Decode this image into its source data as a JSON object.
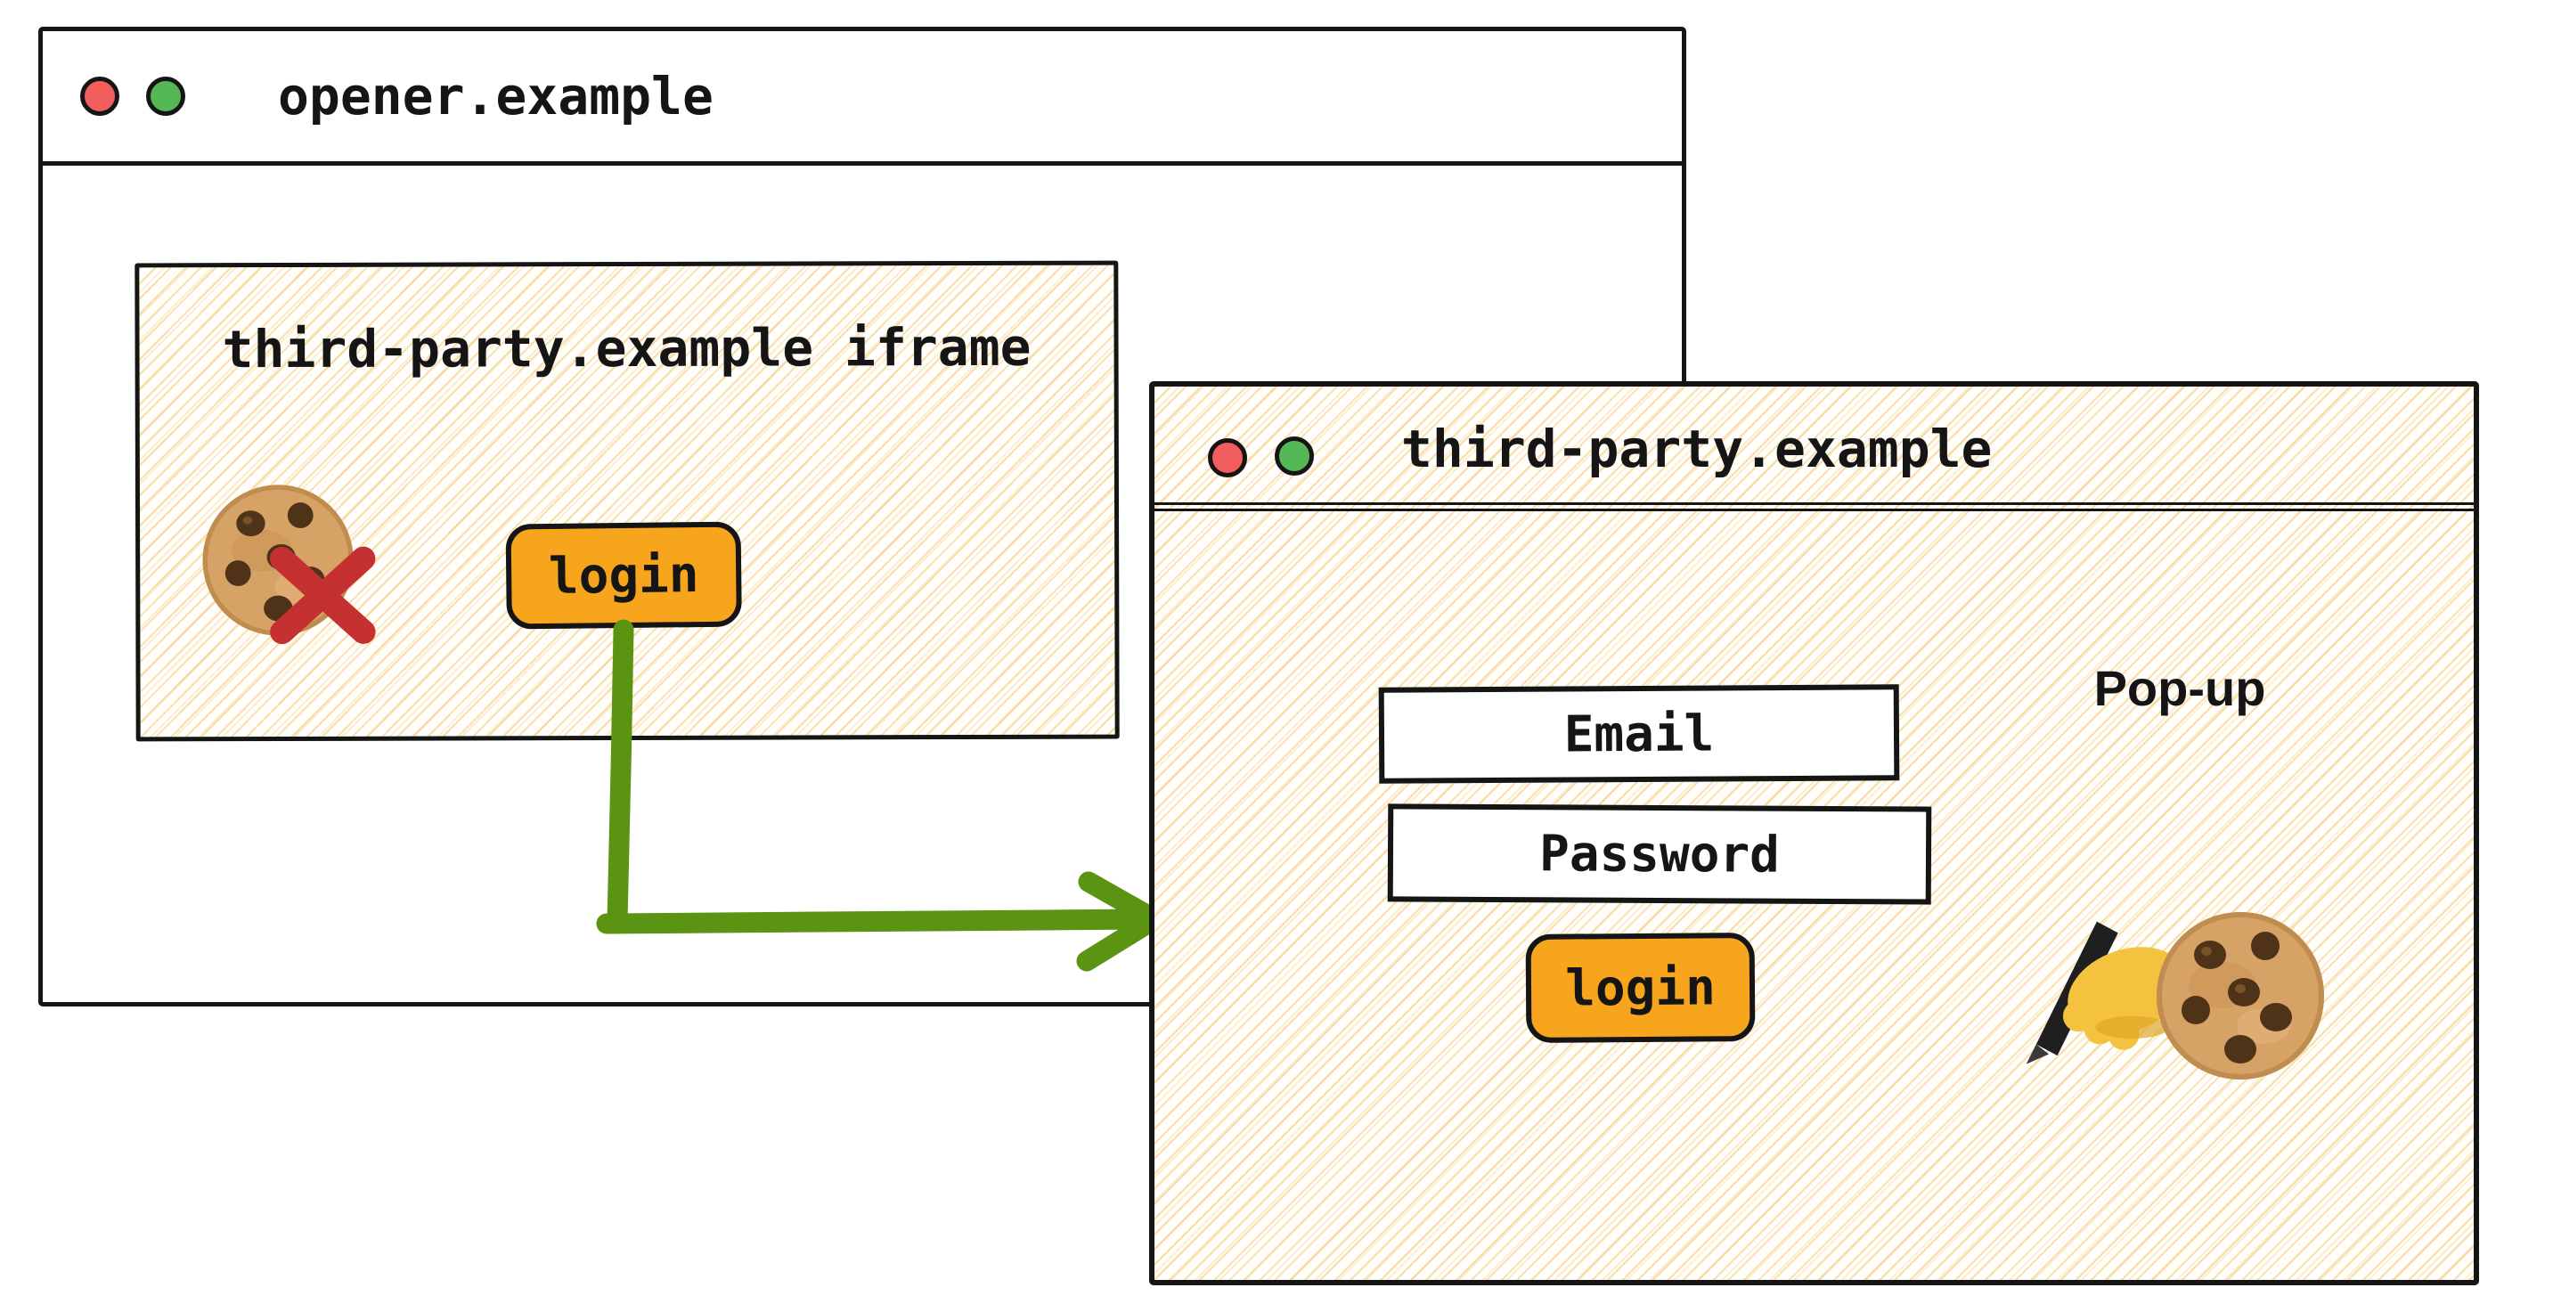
{
  "diagram": {
    "opener_window": {
      "title": "opener.example",
      "traffic_lights": [
        "red",
        "green"
      ],
      "iframe": {
        "label": "third-party.example iframe",
        "login_button_label": "login",
        "blocked_cookie_icon": "cookie-with-red-cross"
      }
    },
    "popup_window": {
      "title": "third-party.example",
      "traffic_lights": [
        "red",
        "green"
      ],
      "window_label": "Pop-up",
      "email_field_label": "Email",
      "password_field_label": "Password",
      "login_button_label": "login",
      "writing_hand_icon": "writing-hand",
      "cookie_icon": "cookie"
    },
    "arrow_icon": "green-arrow-opens-popup",
    "colors": {
      "button_orange": "#f7a51c",
      "arrow_green": "#5b9413",
      "cross_red": "#c53030",
      "traffic_red": "#f25d5d",
      "traffic_green": "#54b857",
      "hatch_tan": "#f1c468",
      "ink": "#151515"
    }
  }
}
